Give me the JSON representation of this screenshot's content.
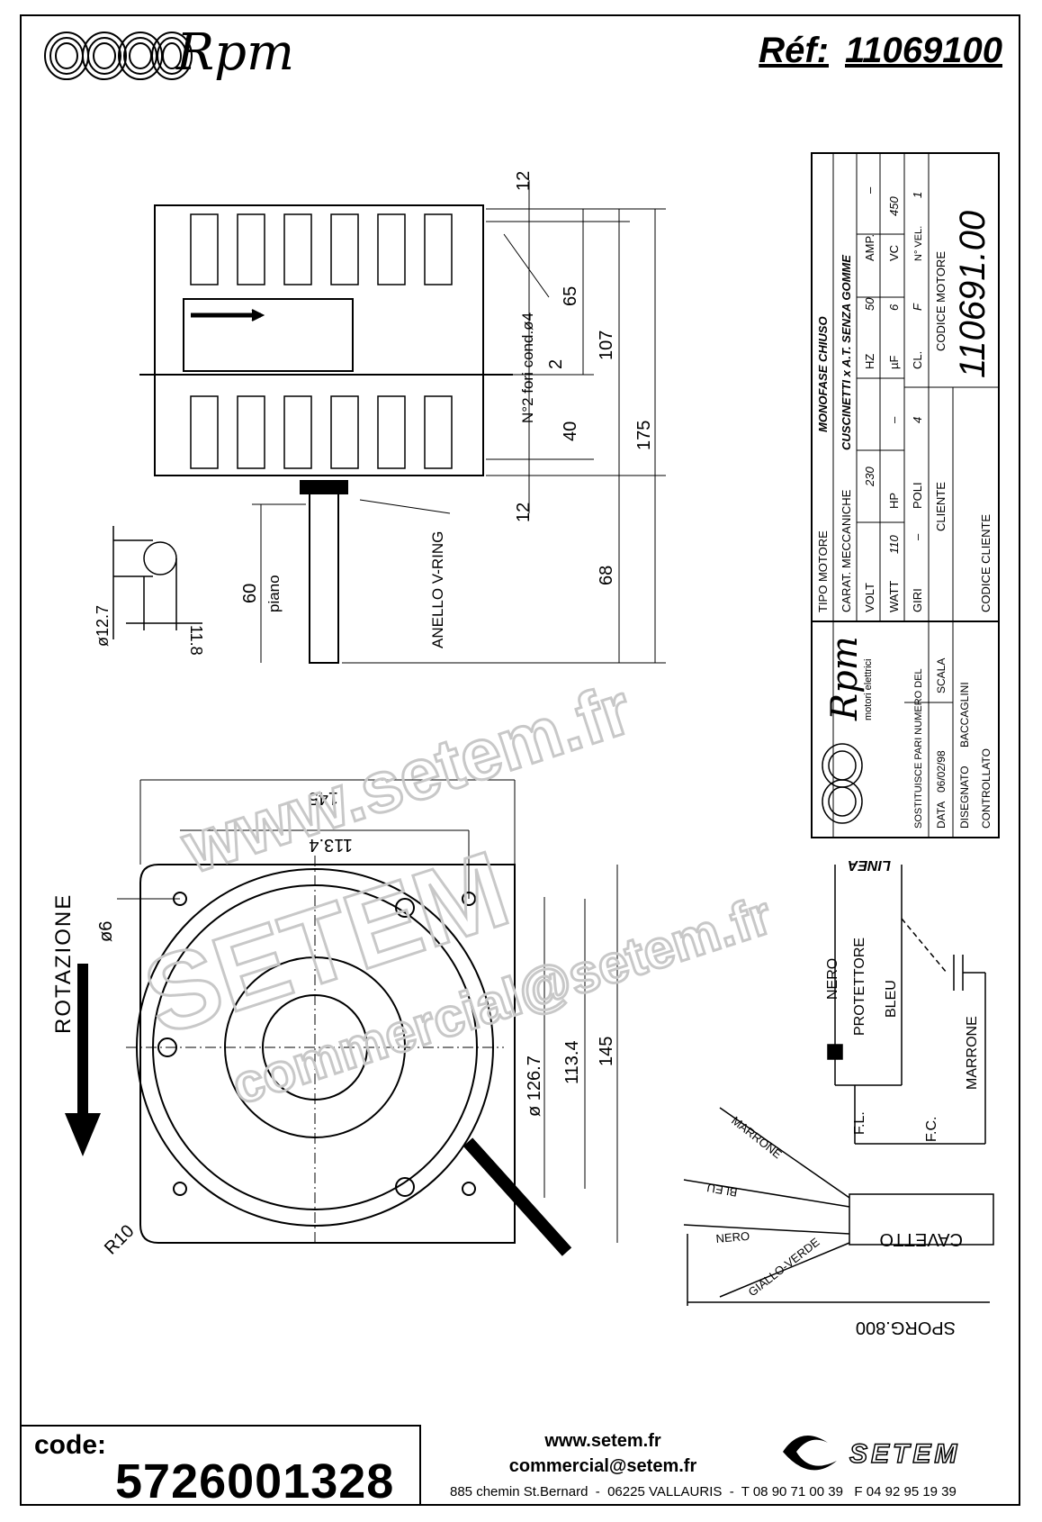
{
  "header": {
    "brand": "Rpm",
    "ref_label": "Réf:",
    "ref_number": "11069100"
  },
  "title_block": {
    "tipo_motore_label": "TIPO MOTORE",
    "tipo_motore": "MONOFASE CHIUSO",
    "carat_label": "CARAT. MECCANICHE",
    "carat": "CUSCINETTI x A.T. SENZA GOMME",
    "volt_label": "VOLT",
    "volt": "230",
    "hz_label": "HZ",
    "hz": "50",
    "amp_label": "AMP.",
    "amp": "–",
    "watt_label": "WATT",
    "watt": "110",
    "hp_label": "HP",
    "hp": "–",
    "uf_label": "µF",
    "uf": "6",
    "vc_label": "VC",
    "vc": "450",
    "giri_label": "GIRI",
    "giri": "–",
    "poli_label": "POLI",
    "poli": "4",
    "cl_label": "CL.",
    "cl": "F",
    "vel_label": "N° VEL.",
    "vel": "1",
    "cliente_label": "CLIENTE",
    "codice_motore_label": "CODICE MOTORE",
    "codice_motore": "110691.00",
    "codice_cliente_label": "CODICE CLIENTE",
    "logo_text": "Rpm",
    "logo_sub": "motori elettrici",
    "sostituisce_label": "SOSTITUISCE PARI NUMERO DEL",
    "data_label": "DATA",
    "data": "06/02/98",
    "scala_label": "SCALA",
    "disegnato_label": "DISEGNATO",
    "disegnato": "BACCAGLINI",
    "controllato_label": "CONTROLLATO"
  },
  "side_view": {
    "dim_top": "12",
    "dim_65": "65",
    "dim_2": "2",
    "dim_40": "40",
    "dim_bot": "12",
    "dim_107": "107",
    "dim_175": "175",
    "dim_68": "68",
    "holes": "N°2 fori cond.ø4",
    "anello": "ANELLO V-RING",
    "piano_dim": "60",
    "piano": "piano",
    "shaft_dia": "ø12.7",
    "shaft_flat": "11.8"
  },
  "front_view": {
    "w145": "145",
    "w113": "113.4",
    "hole": "ø6",
    "d126": "ø 126.7",
    "h113": "113.4",
    "h145": "145",
    "radius": "R10",
    "rotazione": "ROTAZIONE"
  },
  "wiring": {
    "linea": "LINEA",
    "nero": "NERO",
    "protettore": "PROTETTORE",
    "bleu": "BLEU",
    "marrone": "MARRONE",
    "fl": "F.L.",
    "fc": "F.C.",
    "cable_marrone": "MARRONE",
    "cable_bleu": "BLEU",
    "cable_nero": "NERO",
    "cable_gv": "GIALLO-VERDE",
    "cavetto": "CAVETTO",
    "sporg": "SPORG.800"
  },
  "watermark": {
    "line1": "www.setem.fr",
    "line2": "SETEM",
    "line3": "commercial@setem.fr"
  },
  "footer": {
    "code_label": "code:",
    "code": "5726001328",
    "web": "www.setem.fr",
    "email": "commercial@setem.fr",
    "address": "885 chemin St.Bernard  -  06225 VALLAURIS  -  T 08 90 71 00 39   F 04 92 95 19 39",
    "setem_logo": "SETEM"
  },
  "colors": {
    "line": "#000000",
    "watermark": "#d9d9d9"
  }
}
